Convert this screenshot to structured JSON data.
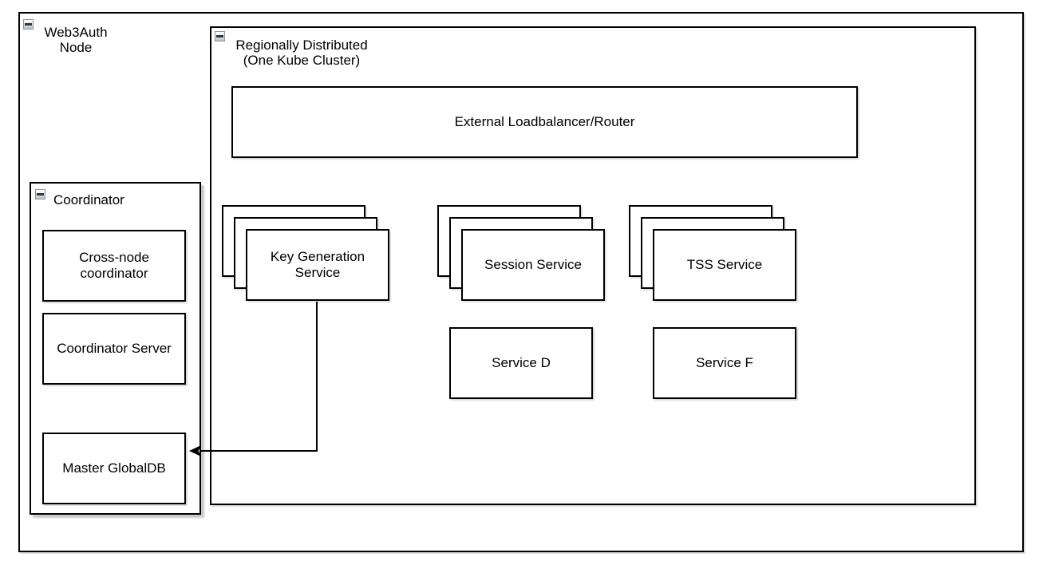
{
  "colors": {
    "border": "#000000",
    "background": "#ffffff",
    "shadow": "#d9d9d9",
    "text": "#000000"
  },
  "web3auth_group": {
    "collapse_icon": "minus-collapse-icon",
    "label_lines": [
      "Web3Auth",
      "Node"
    ]
  },
  "regional_group": {
    "collapse_icon": "minus-collapse-icon",
    "label_lines": [
      "Regionally Distributed",
      "(One Kube Cluster)"
    ]
  },
  "loadbalancer": {
    "label": "External Loadbalancer/Router"
  },
  "service_stacks": [
    {
      "label_lines": [
        "Key Generation",
        "Service"
      ],
      "replica_layers": 3
    },
    {
      "label_lines": [
        "Session Service"
      ],
      "replica_layers": 3
    },
    {
      "label_lines": [
        "TSS Service"
      ],
      "replica_layers": 3
    }
  ],
  "single_services": [
    {
      "label": "Service D"
    },
    {
      "label": "Service F"
    }
  ],
  "coordinator_group": {
    "collapse_icon": "minus-collapse-icon",
    "label": "Coordinator",
    "boxes": [
      {
        "label_lines": [
          "Cross-node",
          "coordinator"
        ]
      },
      {
        "label_lines": [
          "Coordinator Server"
        ]
      },
      {
        "label_lines": [
          "Master GlobalDB"
        ]
      }
    ]
  },
  "connection": {
    "from": "Key Generation Service",
    "to": "Master GlobalDB",
    "arrowhead": "left-arrowhead-icon"
  }
}
